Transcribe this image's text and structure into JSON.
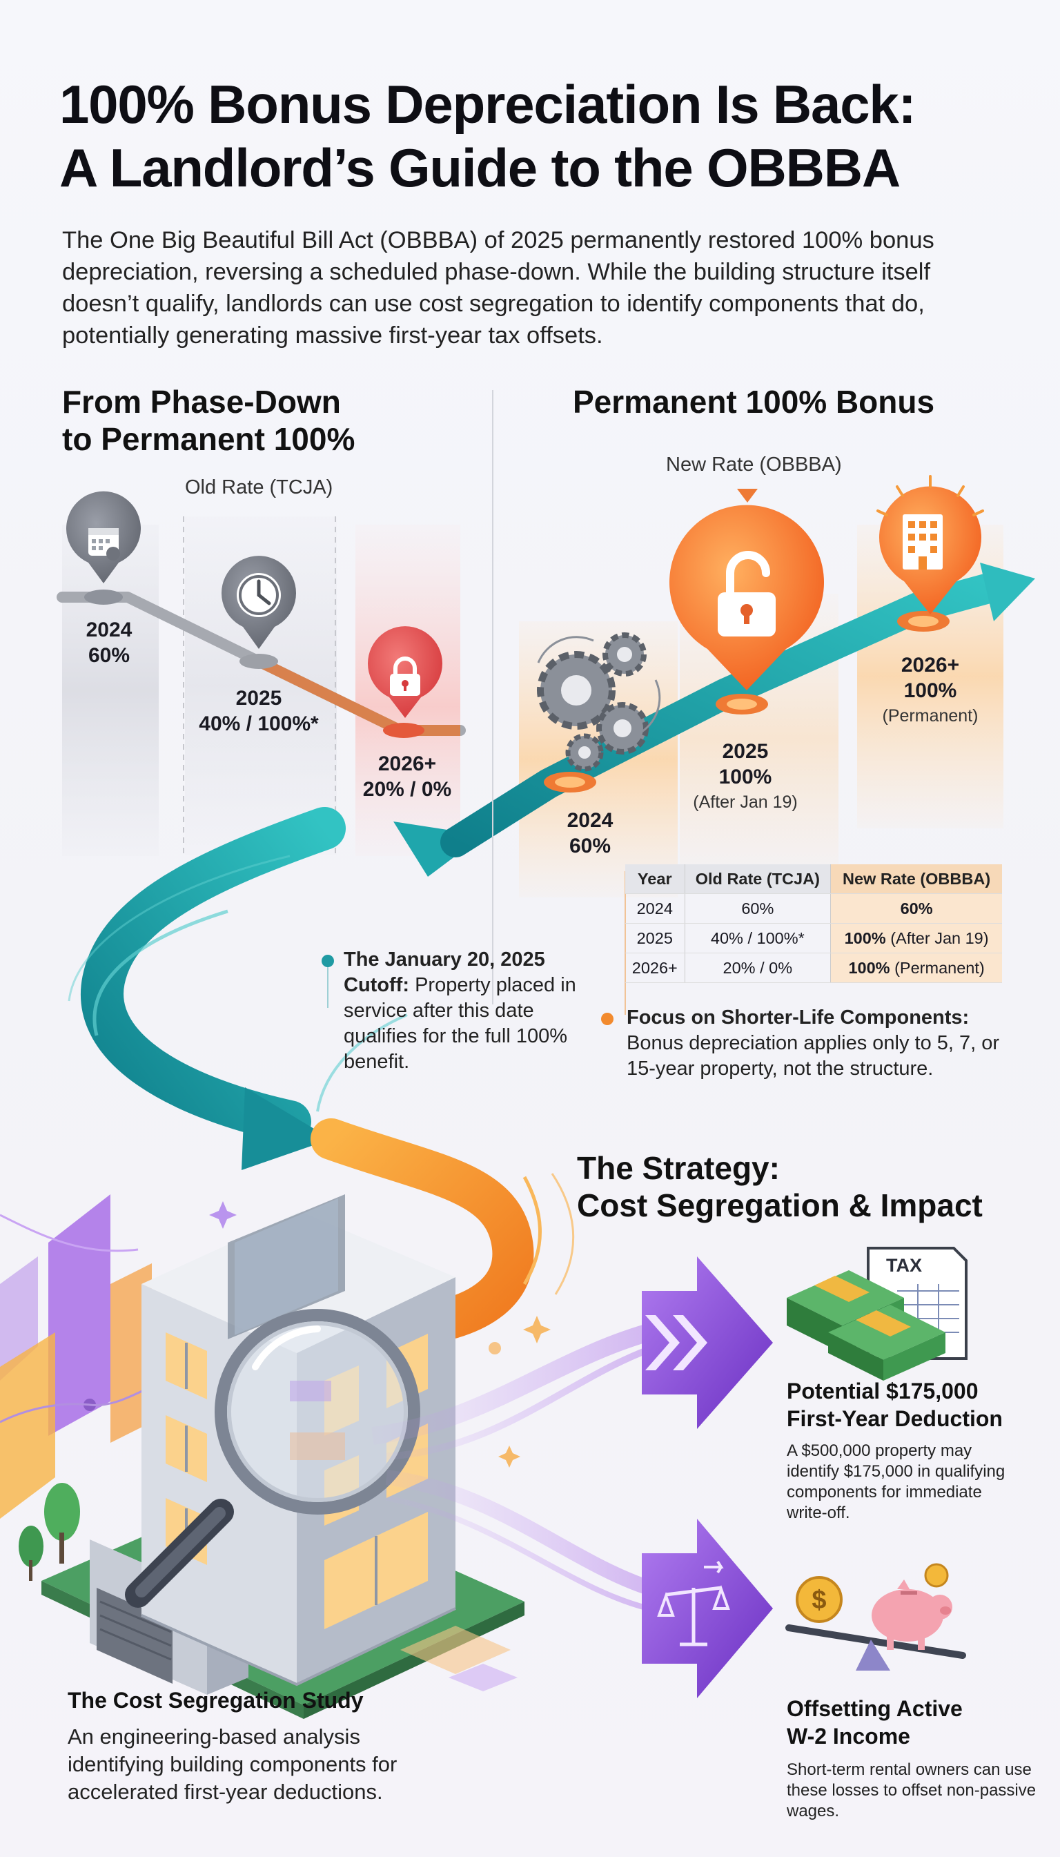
{
  "title_line1": "100% Bonus Depreciation Is Back:",
  "title_line2": "A Landlord’s Guide to the OBBBA",
  "intro": "The One Big Beautiful Bill Act (OBBBA) of 2025 permanently restored 100% bonus depreciation, reversing a scheduled phase-down. While the building structure itself doesn’t qualify, landlords can use cost segregation to identify components that do, potentially generating massive first-year tax offsets.",
  "old_section": {
    "heading_line1": "From Phase-Down",
    "heading_line2": "to Permanent 100%",
    "label": "Old Rate (TCJA)",
    "points": [
      {
        "year": "2024",
        "rate": "60%"
      },
      {
        "year": "2025",
        "rate": "40% / 100%*"
      },
      {
        "year": "2026+",
        "rate": "20% / 0%"
      }
    ]
  },
  "new_section": {
    "heading": "Permanent 100% Bonus",
    "label": "New Rate (OBBBA)",
    "points": [
      {
        "year": "2024",
        "rate": "60%",
        "note": ""
      },
      {
        "year": "2025",
        "rate": "100%",
        "note": "(After Jan 19)"
      },
      {
        "year": "2026+",
        "rate": "100%",
        "note": "(Permanent)"
      }
    ]
  },
  "table": {
    "headers": [
      "Year",
      "Old Rate (TCJA)",
      "New Rate (OBBBA)"
    ],
    "rows": [
      {
        "year": "2024",
        "old": "60%",
        "new": "60%",
        "new_note": ""
      },
      {
        "year": "2025",
        "old": "40% / 100%*",
        "new": "100%",
        "new_note": " (After Jan 19)"
      },
      {
        "year": "2026+",
        "old": "20% / 0%",
        "new": "100%",
        "new_note": " (Permanent)"
      }
    ]
  },
  "cutoff_note": {
    "heading": "The January 20, 2025 Cutoff:",
    "body": " Property placed in service after this date qualifies for the full 100% benefit."
  },
  "focus_note": {
    "heading": "Focus on Shorter-Life Components:",
    "body": "Bonus depreciation applies only to 5, 7, or 15-year property, not the structure."
  },
  "strategy": {
    "heading_line1": "The Strategy:",
    "heading_line2": "Cost Segregation & Impact"
  },
  "deduction_card": {
    "heading_line1": "Potential $175,000",
    "heading_line2": "First-Year Deduction",
    "body": "A $500,000 property may identify $175,000 in qualifying components for immediate write-off.",
    "tax_label": "TAX"
  },
  "offset_card": {
    "heading_line1": "Offsetting Active",
    "heading_line2": "W-2 Income",
    "body": "Short-term rental owners can use these losses to offset non-passive wages."
  },
  "study": {
    "heading": "The Cost Segregation Study",
    "body": "An engineering-based analysis identifying building components for accelerated first-year deductions."
  },
  "colors": {
    "teal": "#1b97a2",
    "orange": "#f28a2e",
    "purple": "#8a4fd4",
    "red": "#e2494a"
  },
  "icons": [
    "calendar-icon",
    "clock-icon",
    "lock-icon",
    "gears-icon",
    "unlock-icon",
    "office-building-icon",
    "fast-forward-icon",
    "balance-scale-icon",
    "money-stack-icon",
    "tax-form-icon",
    "piggy-bank-icon",
    "coin-icon",
    "magnifying-glass-icon"
  ]
}
